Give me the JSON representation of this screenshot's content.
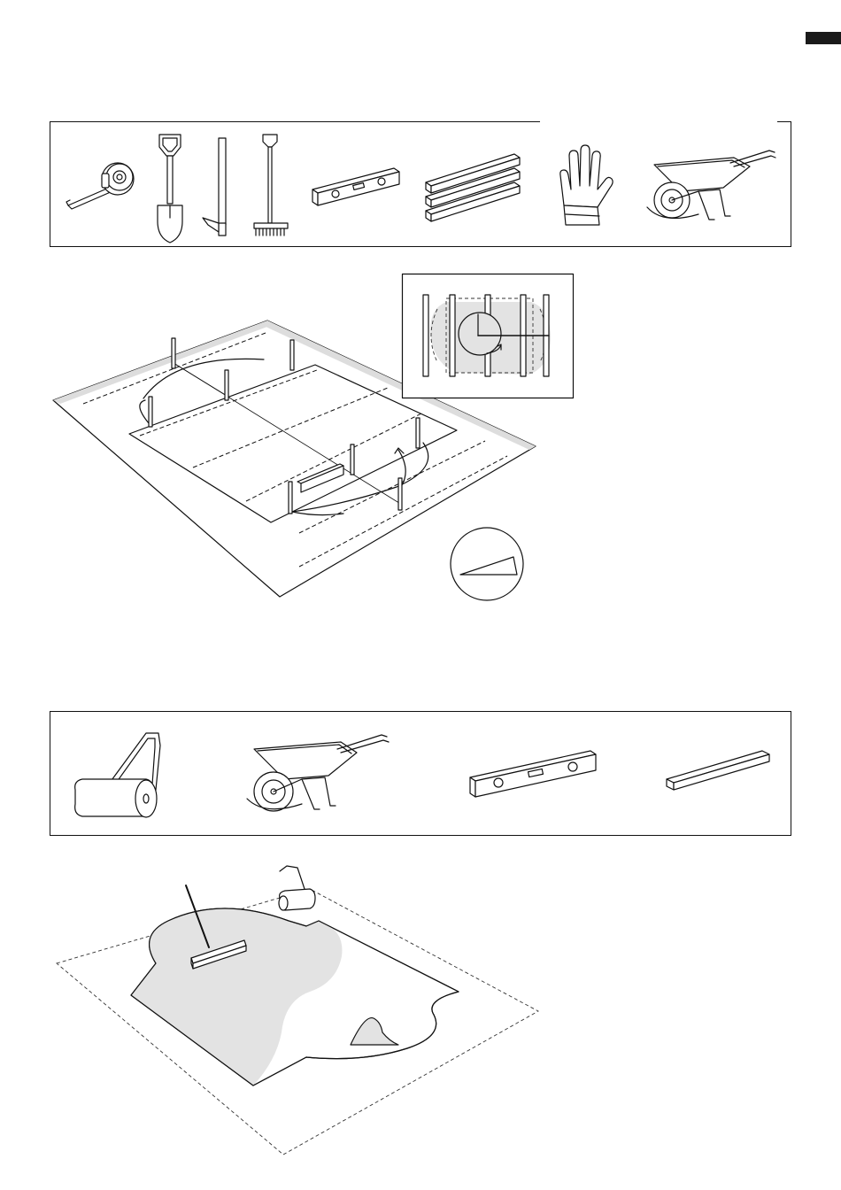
{
  "page": {
    "tab_marker_color": "#1a1a1a",
    "fill_gray": "#e3e3e3",
    "line_color": "#111111"
  },
  "tools_top": {
    "items": [
      {
        "icon": "tape-measure-icon"
      },
      {
        "icon": "spade-icon"
      },
      {
        "icon": "pickaxe-icon"
      },
      {
        "icon": "rake-icon"
      },
      {
        "icon": "spirit-level-icon"
      },
      {
        "icon": "wooden-beams-icon"
      },
      {
        "icon": "work-glove-icon"
      },
      {
        "icon": "wheelbarrow-icon"
      }
    ]
  },
  "tools_bottom": {
    "items": [
      {
        "icon": "lawn-roller-icon"
      },
      {
        "icon": "wheelbarrow-icon"
      },
      {
        "icon": "spirit-level-icon"
      },
      {
        "icon": "straight-edge-beam-icon"
      }
    ]
  },
  "illustrations": [
    {
      "name": "ground-layout-with-stakes"
    },
    {
      "name": "pool-footprint-detail"
    },
    {
      "name": "slope-detail"
    },
    {
      "name": "sand-leveling-scene"
    }
  ]
}
